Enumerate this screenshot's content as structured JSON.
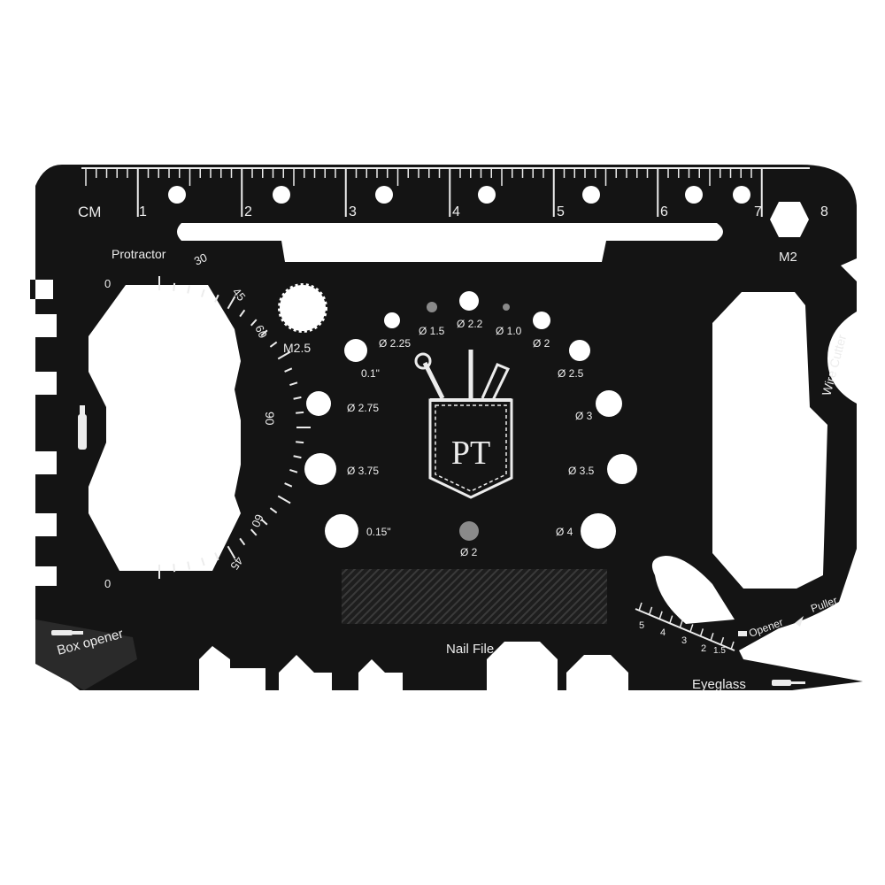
{
  "colors": {
    "background": "#ffffff",
    "card": "#141414",
    "engraving": "#ececec",
    "file_texture": "#232323"
  },
  "ruler": {
    "unit": "CM",
    "numbers": [
      "1",
      "2",
      "3",
      "4",
      "5",
      "6",
      "7",
      "8"
    ]
  },
  "protractor": {
    "title": "Protractor",
    "marks": [
      "0",
      "30",
      "45",
      "60",
      "90",
      "60",
      "45",
      "0"
    ]
  },
  "hex_wrenches": {
    "large": "M2.5",
    "small": "M2"
  },
  "holes": [
    "Ø 2.25",
    "Ø 1.5",
    "Ø 2.2",
    "Ø 1.0",
    "Ø 2",
    "0.1\"",
    "Ø 2.5",
    "Ø 2.75",
    "Ø 3",
    "Ø 3.75",
    "Ø 3.5",
    "0.15\"",
    "Ø 4",
    "Ø 2"
  ],
  "logo": {
    "text": "PT",
    "icon": "pocket-tools-icon"
  },
  "tools": {
    "box_opener": "Box opener",
    "nail_file": "Nail File",
    "wire_cutter": "Wire Cutter",
    "eyeglass": "Eyeglass",
    "opener": "Opener",
    "puller": "Puller"
  },
  "wrench_scale": [
    "5",
    "4",
    "3",
    "2",
    "1.5"
  ]
}
